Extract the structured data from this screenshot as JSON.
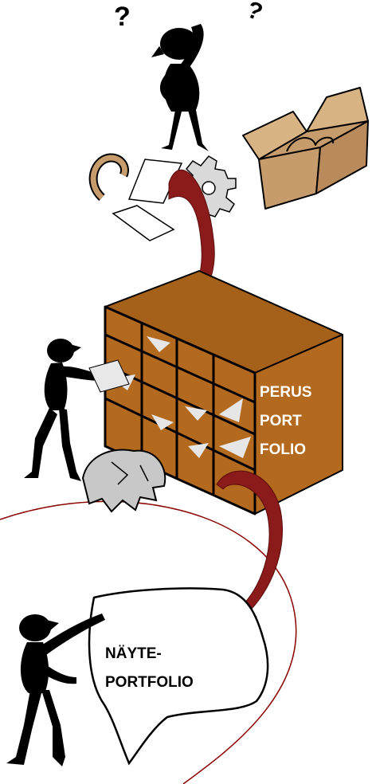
{
  "cabinet_label": {
    "line1": "PERUS",
    "line2": "PORT",
    "line3": "FOLIO"
  },
  "sample_label": {
    "line1": "NÄYTE-",
    "line2": "PORTFOLIO"
  },
  "question_marks": [
    "?",
    "?"
  ],
  "colors": {
    "cabinet_face": "#b36a1e",
    "cabinet_top": "#a5601a",
    "cabinet_side": "#9a5515",
    "box": "#c69c6d",
    "arrow": "#8b1a1a",
    "curve": "#8b0000",
    "figure": "#000000",
    "label_text": "#ffffff",
    "sample_text": "#000000"
  }
}
